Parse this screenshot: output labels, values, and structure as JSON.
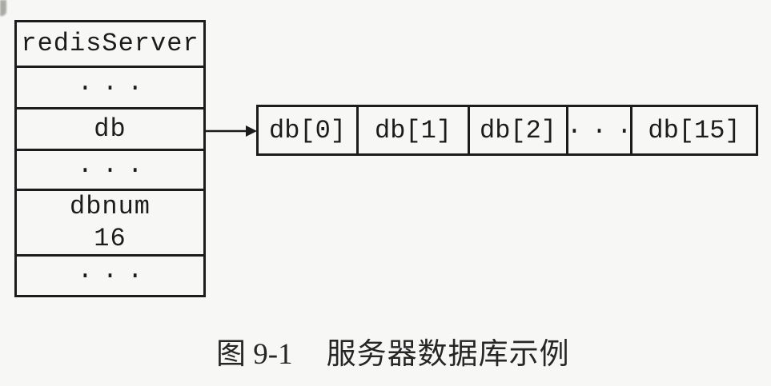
{
  "colors": {
    "ink": "#1c1c1c",
    "background": "#f7f7f5"
  },
  "struct_table": {
    "rows": [
      {
        "lines": [
          "redisServer"
        ]
      },
      {
        "lines": [
          "..."
        ]
      },
      {
        "lines": [
          "db"
        ]
      },
      {
        "lines": [
          "..."
        ]
      },
      {
        "lines": [
          "dbnum",
          "16"
        ]
      },
      {
        "lines": [
          "..."
        ]
      }
    ]
  },
  "array": {
    "cells": [
      {
        "label": "db[0]"
      },
      {
        "label": "db[1]"
      },
      {
        "label": "db[2]"
      },
      {
        "label": "..."
      },
      {
        "label": "db[15]"
      }
    ]
  },
  "caption": {
    "prefix": "图 9-1",
    "text": "服务器数据库示例"
  }
}
